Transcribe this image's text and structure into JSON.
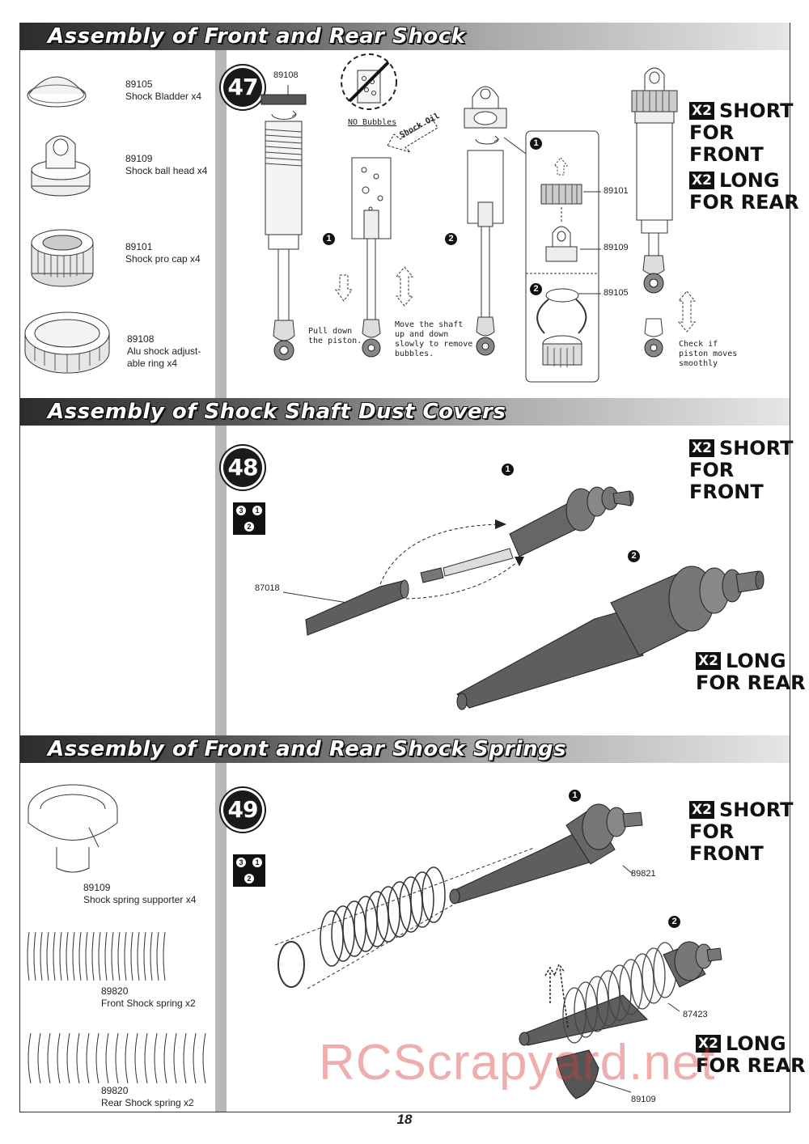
{
  "sections": [
    {
      "title": "Assembly of Front and Rear Shock"
    },
    {
      "title": "Assembly of Shock Shaft Dust Covers"
    },
    {
      "title": "Assembly of Front and Rear Shock Springs"
    }
  ],
  "parts_47": [
    {
      "code": "89105",
      "desc": "Shock Bladder x4"
    },
    {
      "code": "89109",
      "desc": "Shock ball head x4"
    },
    {
      "code": "89101",
      "desc": "Shock pro cap x4"
    },
    {
      "code": "89108",
      "desc": "Alu shock adjust-",
      "desc2": "able ring x4"
    }
  ],
  "parts_49": [
    {
      "code": "89109",
      "desc": "Shock spring supporter x4"
    },
    {
      "code": "89820",
      "desc": "Front Shock spring x2"
    },
    {
      "code": "89820",
      "desc": "Rear Shock spring x2"
    }
  ],
  "steps": [
    "47",
    "48",
    "49"
  ],
  "step47": {
    "part_top": "89108",
    "no_bubbles": "NO Bubbles",
    "shock_oil": "Shock Oil",
    "pull_down": "Pull down",
    "pull_down2": "the piston.",
    "move1": "Move the shaft",
    "move2": "up and down",
    "move3": "slowly to remove",
    "move4": "bubbles.",
    "check1": "Check if",
    "check2": "piston moves",
    "check3": "smoothly",
    "p1": "89101",
    "p2": "89109",
    "p3": "89105"
  },
  "step48": {
    "part": "87018"
  },
  "step49": {
    "p1": "89821",
    "p2": "87423",
    "p3": "89109"
  },
  "labels": {
    "x2": "X2",
    "short": "SHORT",
    "for_front": "FOR FRONT",
    "long": "LONG",
    "for_rear": "FOR REAR",
    "n1": "1",
    "n2": "2",
    "n3": "3"
  },
  "page_number": "18",
  "watermark": "RCScrapyard.net"
}
